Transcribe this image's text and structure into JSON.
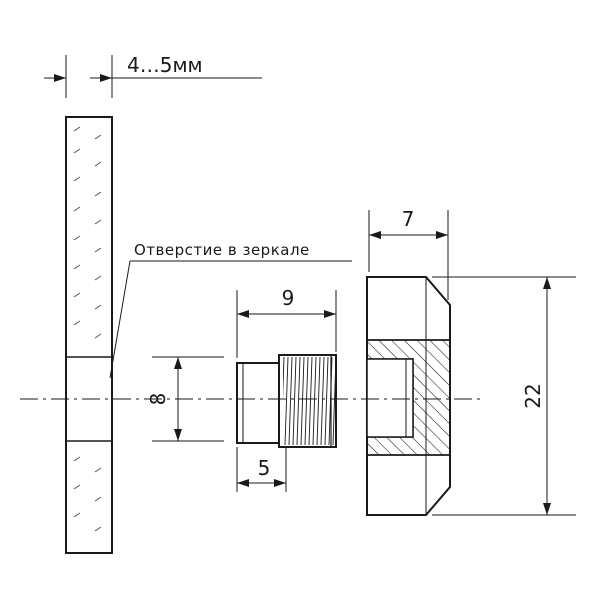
{
  "dimensions": {
    "glass_thickness": "4…5мм",
    "mirror_hole": "Отверстие в зеркале",
    "bushing_length": "9",
    "bushing_diameter": "8",
    "collar_width": "5",
    "cap_width": "7",
    "cap_height": "22"
  }
}
